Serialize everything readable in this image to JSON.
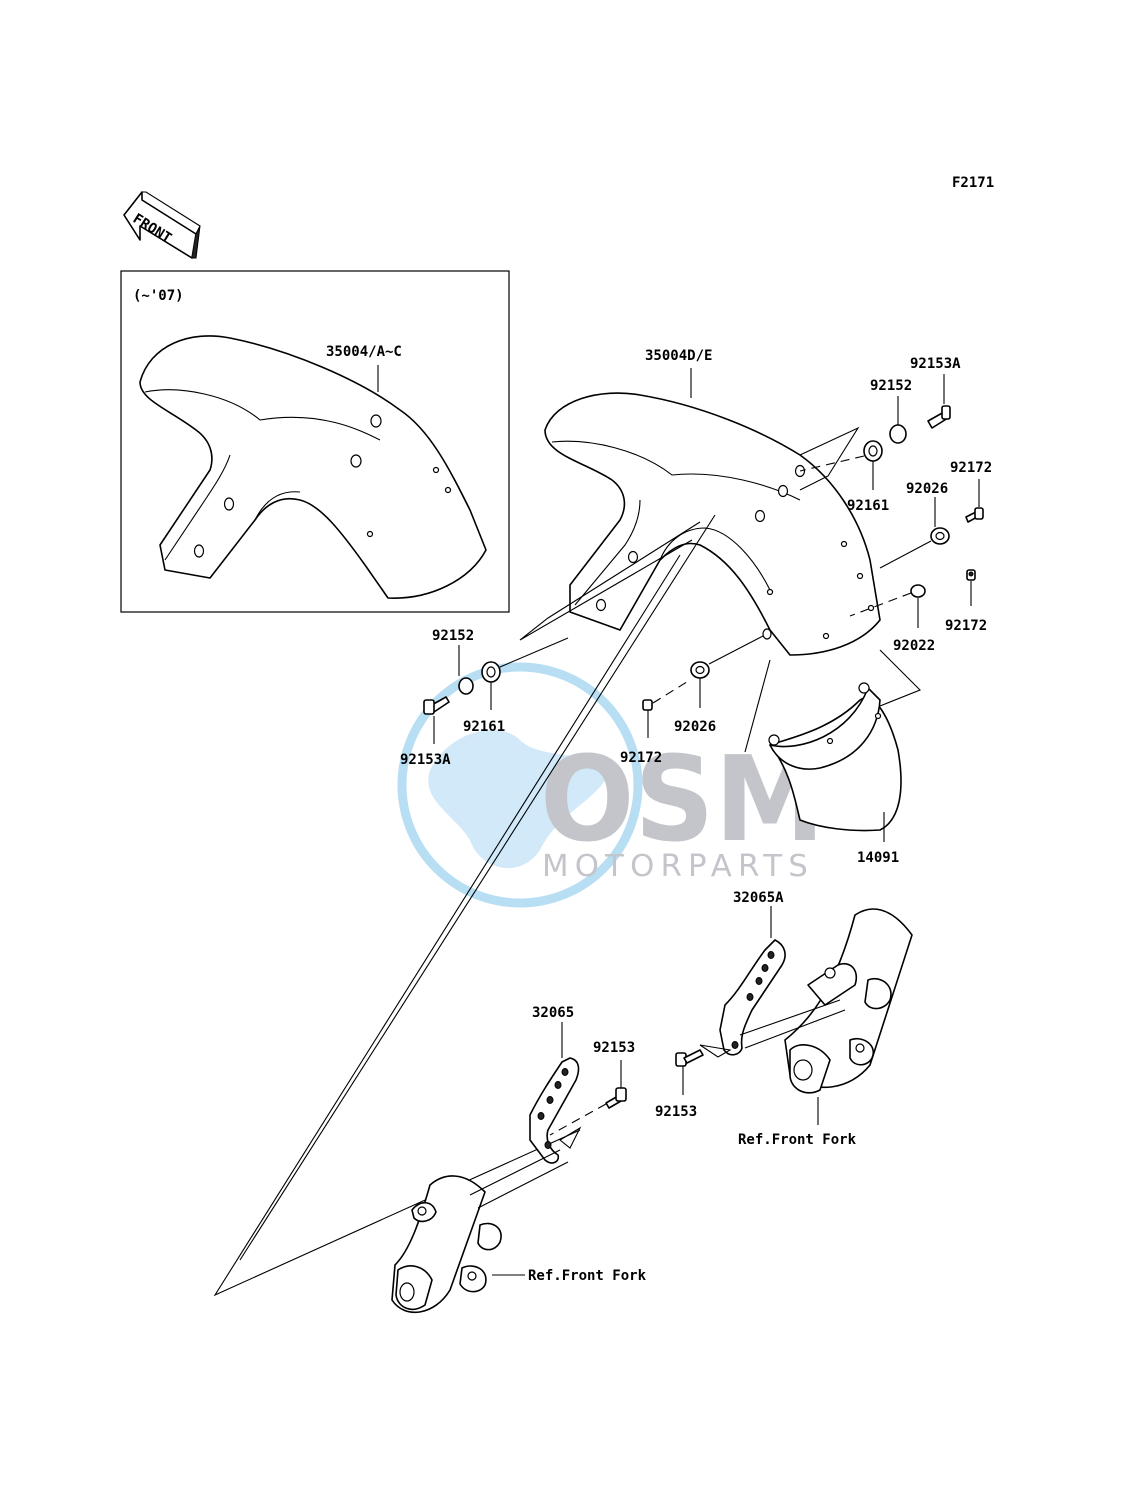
{
  "diagram_code": "F2171",
  "front_arrow_label": "FRONT",
  "inset_label": "(~'07)",
  "watermark": {
    "brand": "OSM",
    "sub": "MOTORPARTS",
    "color": "#b9bcc2",
    "globe_color": "#66b8e8"
  },
  "parts": {
    "p35004AC": "35004/A~C",
    "p35004DE": "35004D/E",
    "p92153A_top": "92153A",
    "p92152_top": "92152",
    "p92161_right": "92161",
    "p92172_top": "92172",
    "p92026_right": "92026",
    "p92172_mid": "92172",
    "p92022": "92022",
    "p92152_left": "92152",
    "p92161_left": "92161",
    "p92153A_left": "92153A",
    "p92026_center": "92026",
    "p92172_center": "92172",
    "p14091": "14091",
    "p32065A": "32065A",
    "p32065": "32065",
    "p92153_left": "92153",
    "p92153_right": "92153",
    "ref_front_fork_right": "Ref.Front Fork",
    "ref_front_fork_left": "Ref.Front Fork"
  }
}
